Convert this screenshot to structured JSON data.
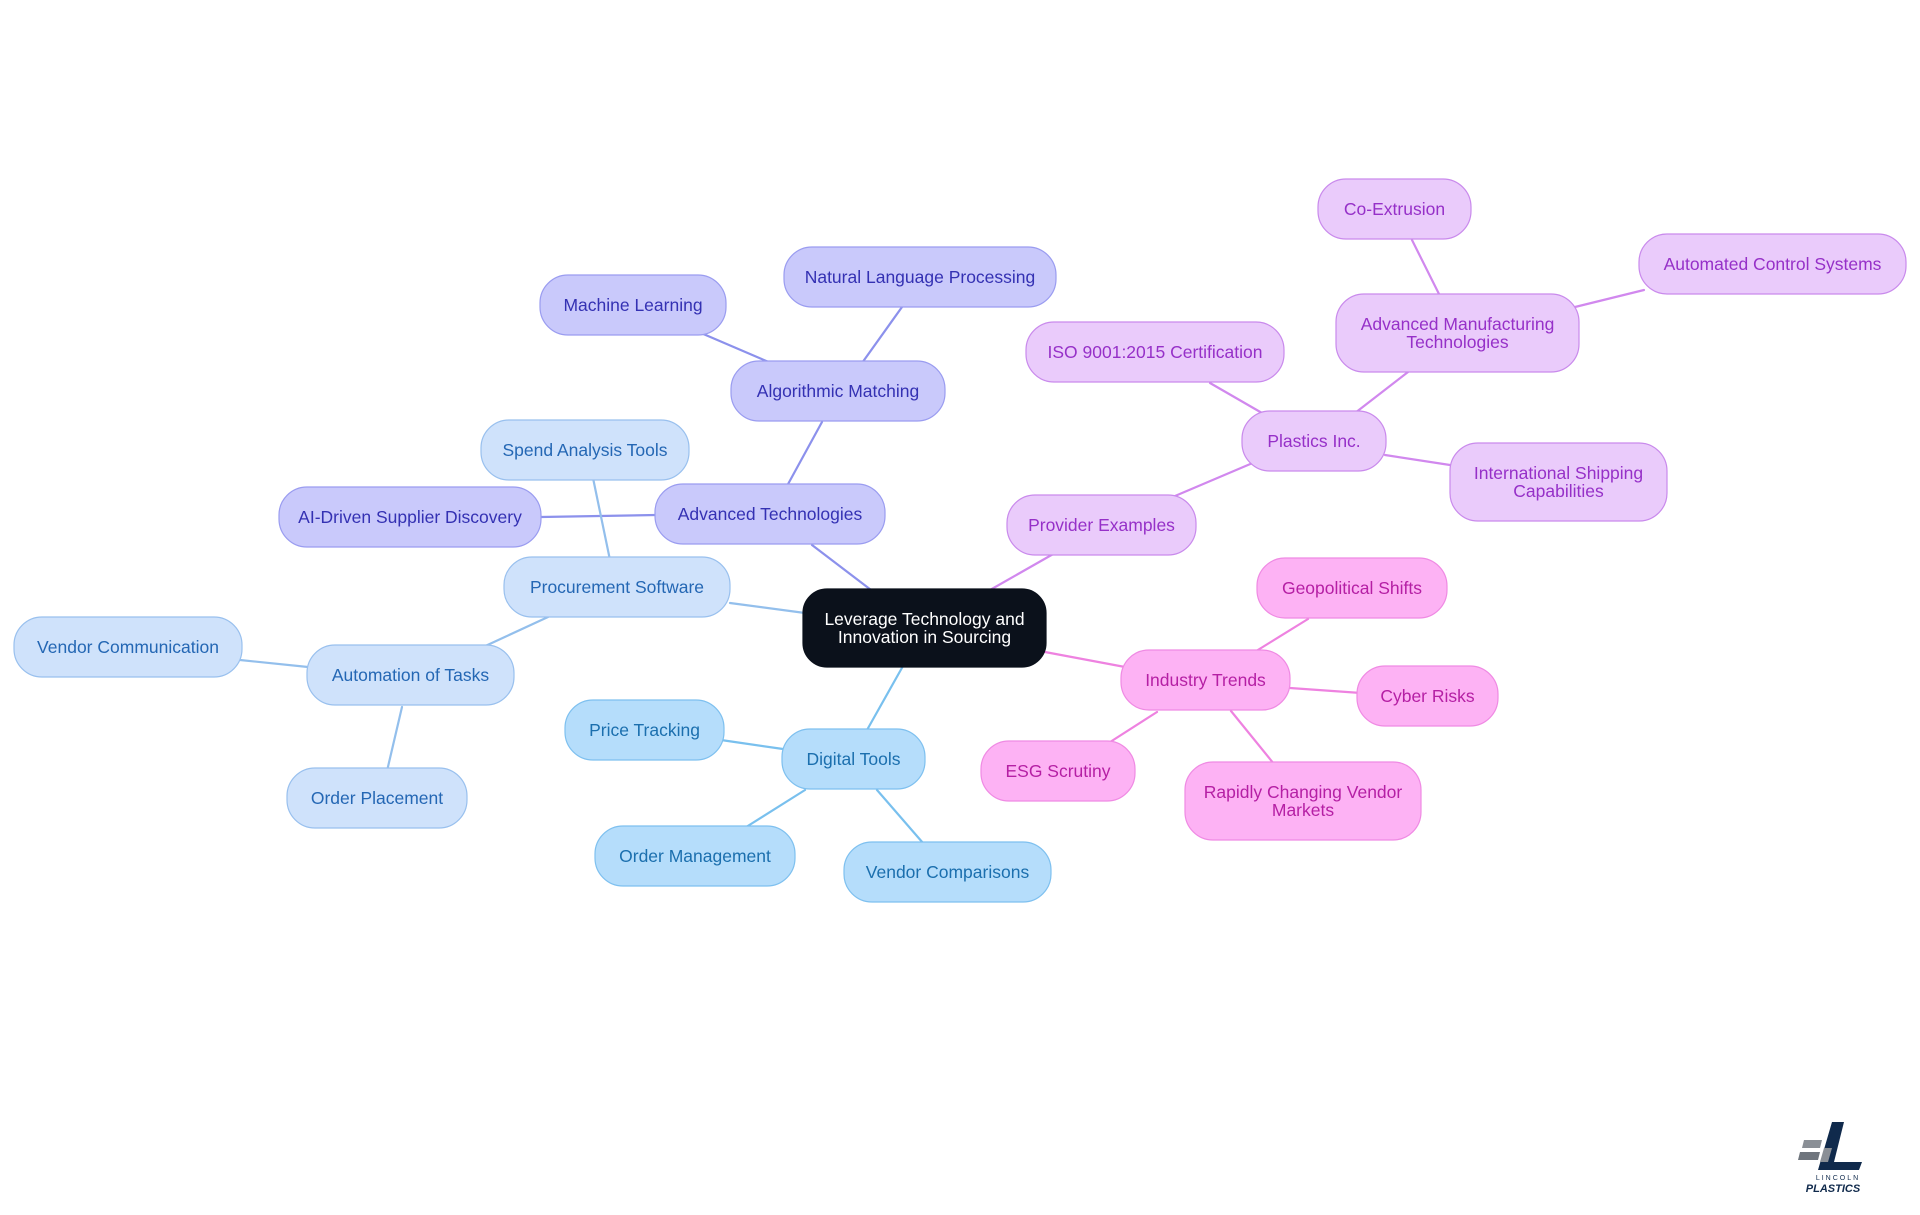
{
  "mindmap": {
    "root": "Leverage Technology and Innovation in Sourcing",
    "branches": {
      "provider_examples": {
        "label": "Provider Examples",
        "plastics_inc": {
          "label": "Plastics Inc.",
          "iso": "ISO 9001:2015 Certification",
          "advanced_manufacturing": {
            "label": "Advanced Manufacturing Technologies",
            "co_extrusion": "Co-Extrusion",
            "automated_control": "Automated Control Systems"
          },
          "international_shipping": "International Shipping Capabilities"
        }
      },
      "industry_trends": {
        "label": "Industry Trends",
        "geopolitical": "Geopolitical Shifts",
        "cyber": "Cyber Risks",
        "vendor_markets": "Rapidly Changing Vendor Markets",
        "esg": "ESG Scrutiny"
      },
      "advanced_technologies": {
        "label": "Advanced Technologies",
        "algorithmic_matching": {
          "label": "Algorithmic Matching",
          "machine_learning": "Machine Learning",
          "nlp": "Natural Language Processing"
        },
        "ai_supplier_discovery": "AI-Driven Supplier Discovery"
      },
      "procurement_software": {
        "label": "Procurement Software",
        "spend_analysis": "Spend Analysis Tools",
        "automation": {
          "label": "Automation of Tasks",
          "vendor_communication": "Vendor Communication",
          "order_placement": "Order Placement"
        }
      },
      "digital_tools": {
        "label": "Digital Tools",
        "price_tracking": "Price Tracking",
        "order_management": "Order Management",
        "vendor_comparisons": "Vendor Comparisons"
      }
    }
  },
  "logo": {
    "line1": "LINCOLN",
    "line2": "PLASTICS"
  }
}
